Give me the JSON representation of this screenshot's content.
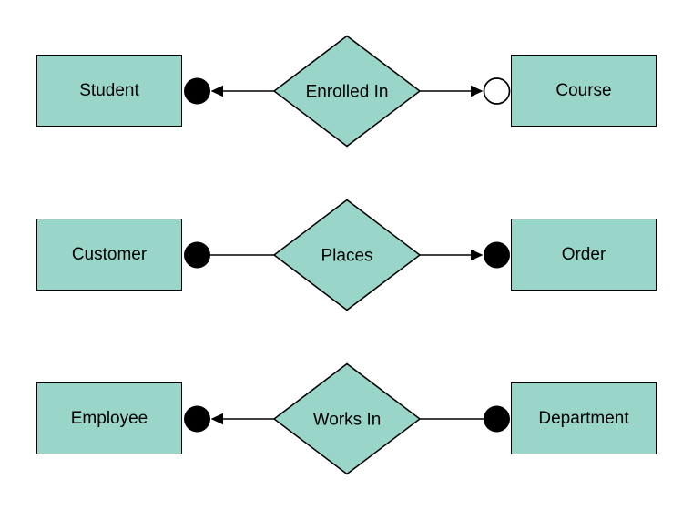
{
  "diagram": {
    "type": "entity-relationship",
    "background": "#ffffff",
    "colors": {
      "shape_fill": "#99d5c8",
      "shape_border": "#000000",
      "connector_line": "#000000",
      "filled_terminal": "#000000",
      "open_terminal_fill": "#ffffff",
      "text": "#000000"
    },
    "relationships": [
      {
        "left_entity": "Student",
        "label": "Enrolled In",
        "right_entity": "Course",
        "left_terminal": "filled-circle",
        "left_arrowhead": "points-left",
        "right_terminal": "open-circle",
        "right_arrowhead": "points-right"
      },
      {
        "left_entity": "Customer",
        "label": "Places",
        "right_entity": "Order",
        "left_terminal": "filled-circle",
        "left_arrowhead": "none",
        "right_terminal": "filled-circle",
        "right_arrowhead": "points-right"
      },
      {
        "left_entity": "Employee",
        "label": "Works In",
        "right_entity": "Department",
        "left_terminal": "filled-circle",
        "left_arrowhead": "points-left",
        "right_terminal": "filled-circle",
        "right_arrowhead": "none"
      }
    ]
  }
}
